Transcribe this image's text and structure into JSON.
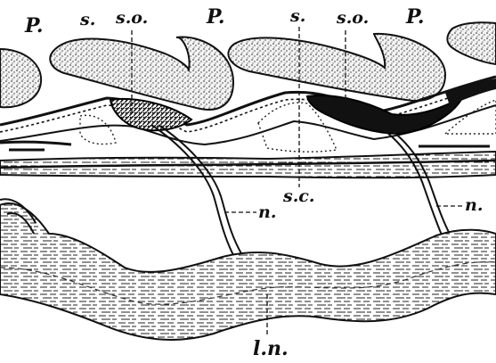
{
  "figure": {
    "labels": {
      "p_left": "P.",
      "s_left": "s.",
      "so_left": "s.o.",
      "p_mid": "P.",
      "s_mid": "s.",
      "so_mid": "s.o.",
      "p_right": "P.",
      "sc": "s.c.",
      "n_left": "n.",
      "n_right": "n.",
      "ln": "l.n."
    }
  }
}
